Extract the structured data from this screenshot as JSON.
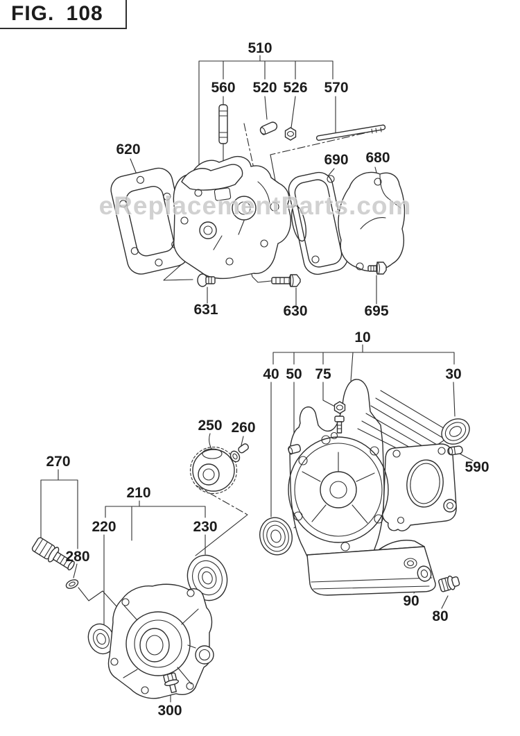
{
  "figure": {
    "label": "FIG. 108"
  },
  "watermark": {
    "text": "eReplacementParts.com"
  },
  "colors": {
    "line": "#2e2e2e",
    "label": "#1c1c1c",
    "watermark": "#c6c6c6",
    "background": "#ffffff"
  },
  "callouts": {
    "510": "510",
    "560": "560",
    "520": "520",
    "526": "526",
    "570": "570",
    "620": "620",
    "690": "690",
    "680": "680",
    "631": "631",
    "630": "630",
    "695": "695",
    "10": "10",
    "40": "40",
    "50": "50",
    "75": "75",
    "30": "30",
    "590": "590",
    "250": "250",
    "260": "260",
    "270": "270",
    "280": "280",
    "210": "210",
    "220": "220",
    "230": "230",
    "300": "300",
    "90": "90",
    "80": "80"
  }
}
